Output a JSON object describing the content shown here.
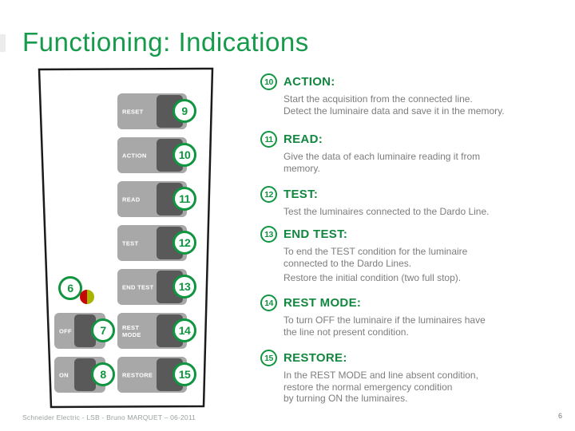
{
  "slide": {
    "title": "Functioning: Indications",
    "footer_credit": "Schneider Electric - LSB - Bruno MARQUET – 06-2011",
    "page_number": "6",
    "colors": {
      "title_green": "#169a4b",
      "heading_green": "#12873f",
      "circle_green": "#0f9540",
      "button_light_gray": "#a8a8a8",
      "button_dark_gray": "#595959",
      "body_text_gray": "#7d7d7d",
      "led_red": "#c40606",
      "led_yellow_green": "#a9b400"
    }
  },
  "panel": {
    "indicator_number": "6",
    "left_buttons": [
      {
        "label": "OFF",
        "number": "7"
      },
      {
        "label": "ON",
        "number": "8"
      }
    ],
    "right_buttons": [
      {
        "label": "RESET",
        "number": "9"
      },
      {
        "label": "ACTION",
        "number": "10"
      },
      {
        "label": "READ",
        "number": "11"
      },
      {
        "label": "TEST",
        "number": "12"
      },
      {
        "label": "END TEST",
        "number": "13"
      },
      {
        "label": "REST\nMODE",
        "number": "14"
      },
      {
        "label": "RESTORE",
        "number": "15"
      }
    ]
  },
  "items": [
    {
      "number": "10",
      "heading": "ACTION:",
      "lines": [
        "Start the acquisition from the connected line.",
        "Detect the luminaire data and save it in the memory."
      ]
    },
    {
      "number": "11",
      "heading": "READ:",
      "lines": [
        "Give the data of each luminaire reading it from",
        "memory."
      ]
    },
    {
      "number": "12",
      "heading": "TEST:",
      "lines": [
        "Test the luminaires connected to the Dardo Line."
      ]
    },
    {
      "number": "13",
      "heading": "END TEST:",
      "lines": [
        "To end the TEST condition for the luminaire",
        "connected to the Dardo Lines.",
        "Restore the initial condition (two full stop)."
      ]
    },
    {
      "number": "14",
      "heading": "REST MODE:",
      "lines": [
        "To turn OFF the luminaire if the luminaires have",
        "the line not present condition."
      ]
    },
    {
      "number": "15",
      "heading": "RESTORE:",
      "lines": [
        "In the REST MODE and line absent condition,",
        "restore the normal emergency condition",
        "by turning ON the luminaires."
      ]
    }
  ]
}
